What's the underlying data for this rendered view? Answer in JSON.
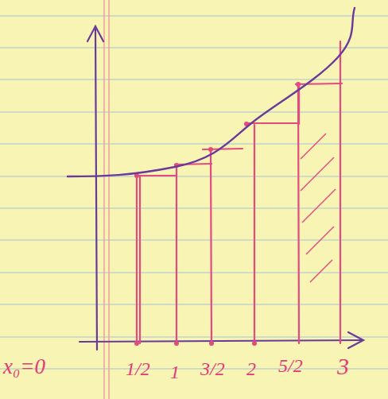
{
  "diagram": {
    "labels": [
      "x₀=0",
      "1/2",
      "1",
      "3/2",
      "2",
      "5/2",
      "3"
    ]
  }
}
